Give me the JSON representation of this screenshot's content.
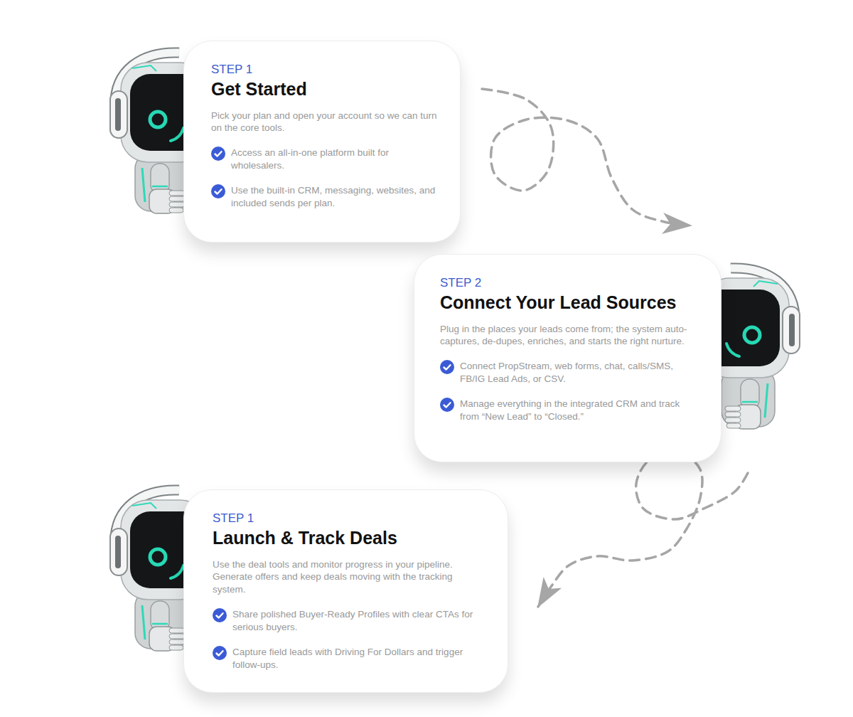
{
  "diagram": {
    "nodes": [
      {
        "text": [
          "STEP 1",
          "Get Started",
          "Pick your plan and open your account so we can turn on the core tools.",
          "Access an all-in-one platform built for wholesalers.",
          "Use the built-in CRM, messaging, websites, and included sends per plan."
        ]
      },
      {
        "text": [
          "STEP 2",
          "Connect Your Lead Sources",
          "Plug in the places your leads come from; the system auto-captures, de-dupes, enriches, and starts the right nurture.",
          "Connect PropStream, web forms, chat, calls/SMS, FB/IG Lead Ads, or CSV.",
          "Manage everything in the integrated CRM and track from “New Lead” to “Closed.”"
        ]
      },
      {
        "text": [
          "STEP 1",
          "Launch & Track Deals",
          "Use the deal tools and monitor progress in your pipeline. Generate offers and keep deals moving with the tracking system.",
          "Share polished Buyer-Ready Profiles with clear CTAs for serious buyers.",
          "Capture field leads with Driving For Dollars and trigger follow-ups."
        ]
      }
    ],
    "edges": [
      {
        "from": 0,
        "to": 1,
        "arrow": "to"
      },
      {
        "from": 1,
        "to": 2,
        "arrow": "to"
      }
    ]
  }
}
